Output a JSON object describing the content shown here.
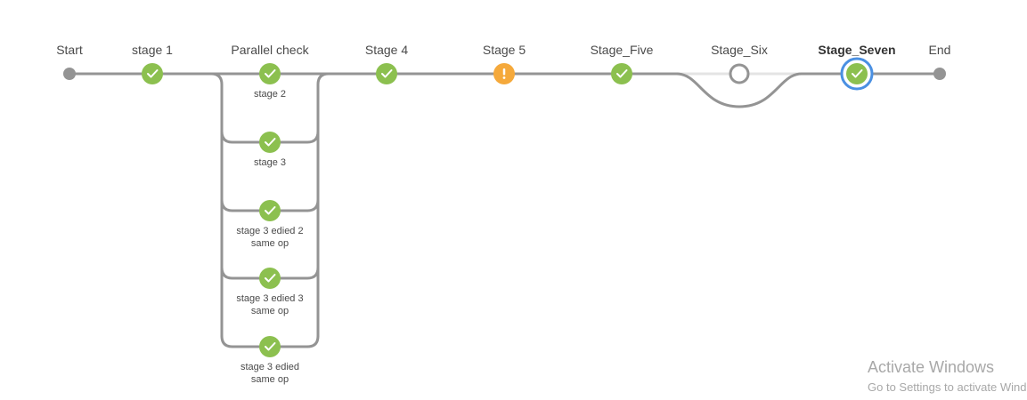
{
  "colors": {
    "success": "#8cc04f",
    "warning": "#f5a93b",
    "line": "#949494",
    "line_light": "#e4e4e4",
    "selected_ring": "#4a90e2",
    "endpoint": "#949494"
  },
  "stages": [
    {
      "id": "start",
      "title": "Start",
      "type": "endpoint"
    },
    {
      "id": "stage-1",
      "title": "stage 1",
      "type": "success"
    },
    {
      "id": "parallel-check",
      "title": "Parallel check",
      "type": "parallel",
      "branches": [
        {
          "label": [
            "stage 2"
          ],
          "status": "success"
        },
        {
          "label": [
            "stage 3"
          ],
          "status": "success"
        },
        {
          "label": [
            "stage 3 edied 2",
            "same op"
          ],
          "status": "success"
        },
        {
          "label": [
            "stage 3 edied 3",
            "same op"
          ],
          "status": "success"
        },
        {
          "label": [
            "stage 3 edied",
            "same op"
          ],
          "status": "success"
        }
      ]
    },
    {
      "id": "stage-4",
      "title": "Stage 4",
      "type": "success"
    },
    {
      "id": "stage-5",
      "title": "Stage 5",
      "type": "warning",
      "icon": "exclamation-icon"
    },
    {
      "id": "stage-five",
      "title": "Stage_Five",
      "type": "success"
    },
    {
      "id": "stage-six",
      "title": "Stage_Six",
      "type": "skipped"
    },
    {
      "id": "stage-seven",
      "title": "Stage_Seven",
      "type": "success",
      "selected": true
    },
    {
      "id": "end",
      "title": "End",
      "type": "endpoint"
    }
  ],
  "icons": {
    "success": "checkmark-icon",
    "warning": "exclamation-icon",
    "skipped": "empty-circle-icon"
  },
  "watermark": {
    "title": "Activate Windows",
    "subtitle": "Go to Settings to activate Windows."
  }
}
